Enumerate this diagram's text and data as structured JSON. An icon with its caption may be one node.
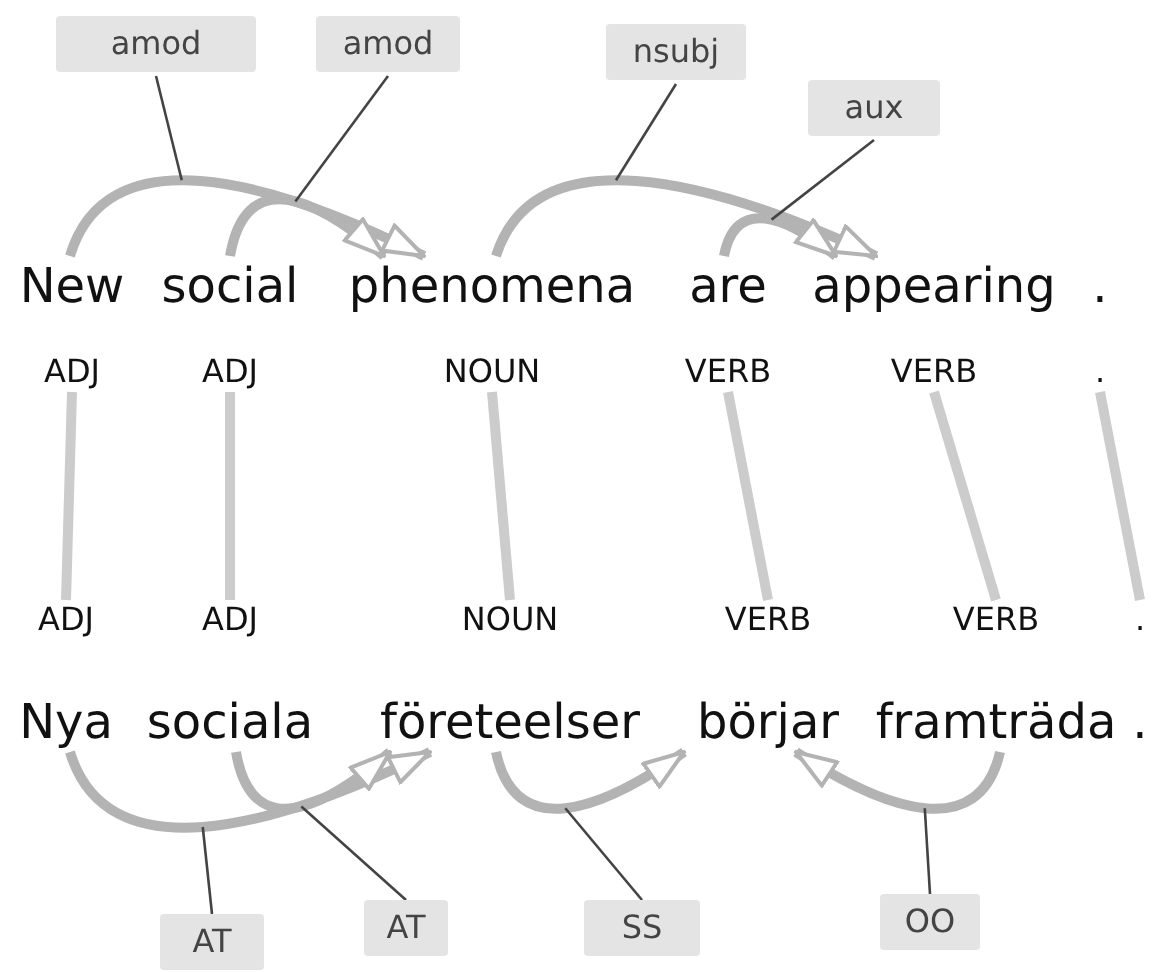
{
  "diagram": {
    "nodes": [
      {
        "text": [
          "New"
        ],
        "beside": [
          "ADJ"
        ]
      },
      {
        "text": [
          "social"
        ],
        "beside": [
          "ADJ"
        ]
      },
      {
        "text": [
          "phenomena"
        ],
        "beside": [
          "NOUN"
        ]
      },
      {
        "text": [
          "are"
        ],
        "beside": [
          "VERB"
        ]
      },
      {
        "text": [
          "appearing"
        ],
        "beside": [
          "VERB"
        ]
      },
      {
        "text": [
          "."
        ],
        "beside": [
          "."
        ]
      },
      {
        "text": [
          "Nya"
        ],
        "beside": [
          "ADJ"
        ]
      },
      {
        "text": [
          "sociala"
        ],
        "beside": [
          "ADJ"
        ]
      },
      {
        "text": [
          "företeelser"
        ],
        "beside": [
          "NOUN"
        ]
      },
      {
        "text": [
          "börjar"
        ],
        "beside": [
          "VERB"
        ]
      },
      {
        "text": [
          "framträda"
        ],
        "beside": [
          "VERB"
        ]
      },
      {
        "text": [
          "."
        ],
        "beside": [
          "."
        ]
      }
    ],
    "edges": [
      {
        "from": 0,
        "to": 2,
        "arrow": "to",
        "label": "amod"
      },
      {
        "from": 1,
        "to": 2,
        "arrow": "to",
        "label": "amod"
      },
      {
        "from": 2,
        "to": 4,
        "arrow": "to",
        "label": "nsubj"
      },
      {
        "from": 3,
        "to": 4,
        "arrow": "to",
        "label": "aux"
      },
      {
        "from": 0,
        "to": 6,
        "arrow": "none",
        "color": "#cccccc"
      },
      {
        "from": 1,
        "to": 7,
        "arrow": "none",
        "color": "#cccccc"
      },
      {
        "from": 2,
        "to": 8,
        "arrow": "none",
        "color": "#cccccc"
      },
      {
        "from": 3,
        "to": 9,
        "arrow": "none",
        "color": "#cccccc"
      },
      {
        "from": 4,
        "to": 10,
        "arrow": "none",
        "color": "#cccccc"
      },
      {
        "from": 5,
        "to": 11,
        "arrow": "none",
        "color": "#cccccc"
      },
      {
        "from": 6,
        "to": 8,
        "arrow": "to",
        "label": "AT"
      },
      {
        "from": 7,
        "to": 8,
        "arrow": "to",
        "label": "AT"
      },
      {
        "from": 8,
        "to": 9,
        "arrow": "to",
        "label": "SS"
      },
      {
        "from": 10,
        "to": 9,
        "arrow": "to",
        "label": "OO"
      }
    ]
  }
}
